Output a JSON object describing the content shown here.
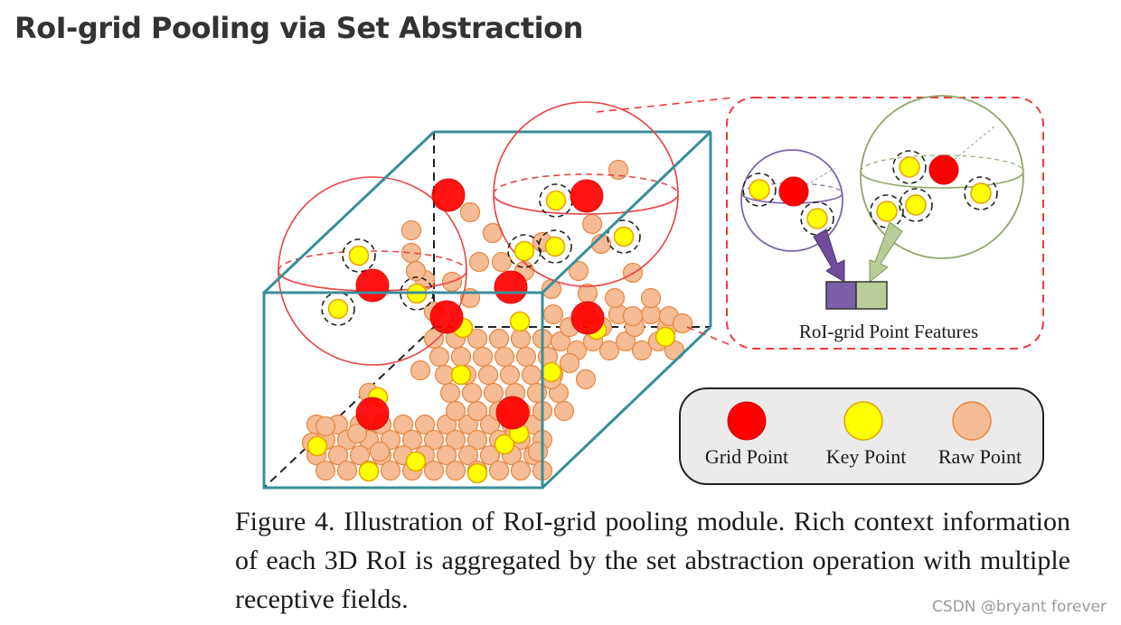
{
  "heading": "RoI-grid Pooling via Set Abstraction",
  "figure": {
    "inset_label": "RoI-grid Point Features",
    "legend": {
      "grid_point": "Grid Point",
      "key_point": "Key Point",
      "raw_point": "Raw Point"
    },
    "colors": {
      "grid_point": "#ff0000",
      "key_point": "#ffff00",
      "raw_point": "#f5bc95",
      "box_edge": "#3a8e9a",
      "sphere_edge": "#e84545",
      "inset_border": "#ee3b3b",
      "feature_purple": "#7a5ea8",
      "feature_green": "#b9cc9a"
    }
  },
  "caption": "Figure 4. Illustration of RoI-grid pooling module. Rich context information of each 3D RoI is aggregated by the set abstraction operation with multiple receptive fields.",
  "watermark": "CSDN @bryant forever"
}
